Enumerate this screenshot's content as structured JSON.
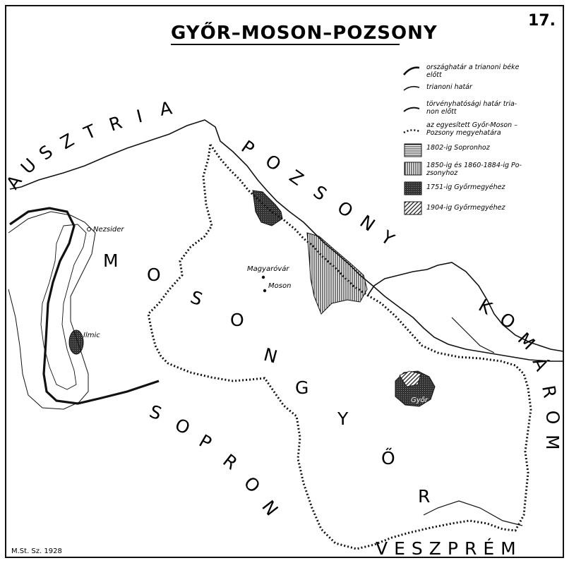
{
  "map": {
    "title": "GYŐR–MOSON–POZSONY",
    "number": "17.",
    "credit": "M.St. Sz. 1928"
  },
  "regions": {
    "ausztria": [
      "A",
      "U",
      "S",
      "Z",
      "T",
      "R",
      "I",
      "A"
    ],
    "pozsony": [
      "P",
      "O",
      "Z",
      "S",
      "O",
      "N",
      "Y"
    ],
    "moson": [
      "M",
      "O",
      "S",
      "O",
      "N"
    ],
    "gyor": [
      "G",
      "Y",
      "Ő",
      "R"
    ],
    "sopron": [
      "S",
      "O",
      "P",
      "R",
      "O",
      "N"
    ],
    "komarom": [
      "K",
      "O",
      "M",
      "Á",
      "R",
      "O",
      "M"
    ],
    "veszprem": "VESZPRÉM"
  },
  "towns": {
    "nezsider": "Nezsider",
    "magyarovar": "Magyaróvár",
    "moson": "Moson",
    "ilmic": "Ilmic",
    "gyor": "Győr"
  },
  "legend": {
    "item1_line1": "országhatár a trianoni béke",
    "item1_line2": "előtt",
    "item2": "trianoni határ",
    "item3_line1": "törvényhatósági határ tria-",
    "item3_line2": "non előtt",
    "item4_line1": "az egyesített Győr-Moson –",
    "item4_line2": "Pozsony megyehatára",
    "item5": "1802-ig Sopronhoz",
    "item6_line1": "1850-ig és 1860-1884-ig Po-",
    "item6_line2": "zsonyhoz",
    "item7": "1751-ig Győrmegyéhez",
    "item8": "1904-ig Győrmegyéhez"
  }
}
